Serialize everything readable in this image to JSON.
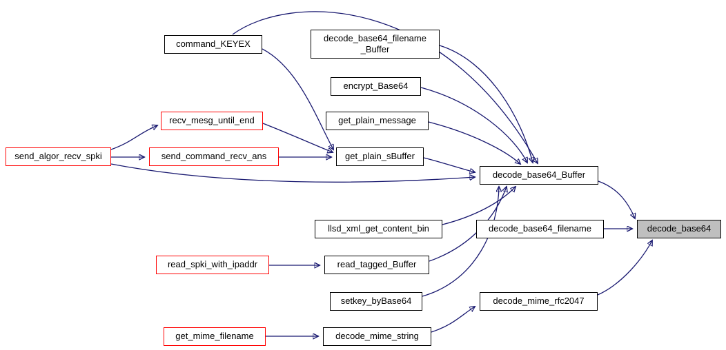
{
  "diagram": {
    "kind": "function-call-graph",
    "colors": {
      "background": "#ffffff",
      "edge": "#191970",
      "node_border": "#000000",
      "truncated_node_border": "#ff0000",
      "highlighted_node_fill": "#bfbfbf",
      "text": "#000000"
    },
    "nodes": [
      {
        "label": "command_KEYEX",
        "style": "normal"
      },
      {
        "lines": [
          "decode_base64_filename",
          "_Buffer"
        ],
        "style": "normal"
      },
      {
        "label": "encrypt_Base64",
        "style": "normal"
      },
      {
        "label": "get_plain_message",
        "style": "normal"
      },
      {
        "label": "recv_mesg_until_end",
        "style": "truncated"
      },
      {
        "label": "send_algor_recv_spki",
        "style": "truncated"
      },
      {
        "label": "send_command_recv_ans",
        "style": "truncated"
      },
      {
        "label": "get_plain_sBuffer",
        "style": "normal"
      },
      {
        "label": "decode_base64_Buffer",
        "style": "normal"
      },
      {
        "label": "llsd_xml_get_content_bin",
        "style": "normal"
      },
      {
        "label": "decode_base64_filename",
        "style": "normal"
      },
      {
        "label": "decode_base64",
        "style": "highlighted"
      },
      {
        "label": "read_spki_with_ipaddr",
        "style": "truncated"
      },
      {
        "label": "read_tagged_Buffer",
        "style": "normal"
      },
      {
        "label": "setkey_byBase64",
        "style": "normal"
      },
      {
        "label": "decode_mime_rfc2047",
        "style": "normal"
      },
      {
        "label": "get_mime_filename",
        "style": "truncated"
      },
      {
        "label": "decode_mime_string",
        "style": "normal"
      }
    ],
    "edges": [
      {
        "from": "command_KEYEX",
        "to": "get_plain_sBuffer"
      },
      {
        "from": "command_KEYEX",
        "to": "decode_base64_Buffer"
      },
      {
        "from": "decode_base64_filename_Buffer",
        "to": "decode_base64_Buffer"
      },
      {
        "from": "encrypt_Base64",
        "to": "decode_base64_Buffer"
      },
      {
        "from": "get_plain_message",
        "to": "decode_base64_Buffer"
      },
      {
        "from": "get_plain_sBuffer",
        "to": "decode_base64_Buffer"
      },
      {
        "from": "recv_mesg_until_end",
        "to": "get_plain_sBuffer"
      },
      {
        "from": "send_algor_recv_spki",
        "to": "recv_mesg_until_end"
      },
      {
        "from": "send_algor_recv_spki",
        "to": "send_command_recv_ans"
      },
      {
        "from": "send_algor_recv_spki",
        "to": "decode_base64_Buffer"
      },
      {
        "from": "send_command_recv_ans",
        "to": "get_plain_sBuffer"
      },
      {
        "from": "llsd_xml_get_content_bin",
        "to": "decode_base64_Buffer"
      },
      {
        "from": "read_spki_with_ipaddr",
        "to": "read_tagged_Buffer"
      },
      {
        "from": "read_tagged_Buffer",
        "to": "decode_base64_Buffer"
      },
      {
        "from": "setkey_byBase64",
        "to": "decode_base64_Buffer"
      },
      {
        "from": "decode_base64_Buffer",
        "to": "decode_base64"
      },
      {
        "from": "decode_base64_filename",
        "to": "decode_base64"
      },
      {
        "from": "decode_mime_rfc2047",
        "to": "decode_base64"
      },
      {
        "from": "get_mime_filename",
        "to": "decode_mime_string"
      },
      {
        "from": "decode_mime_string",
        "to": "decode_mime_rfc2047"
      }
    ]
  }
}
